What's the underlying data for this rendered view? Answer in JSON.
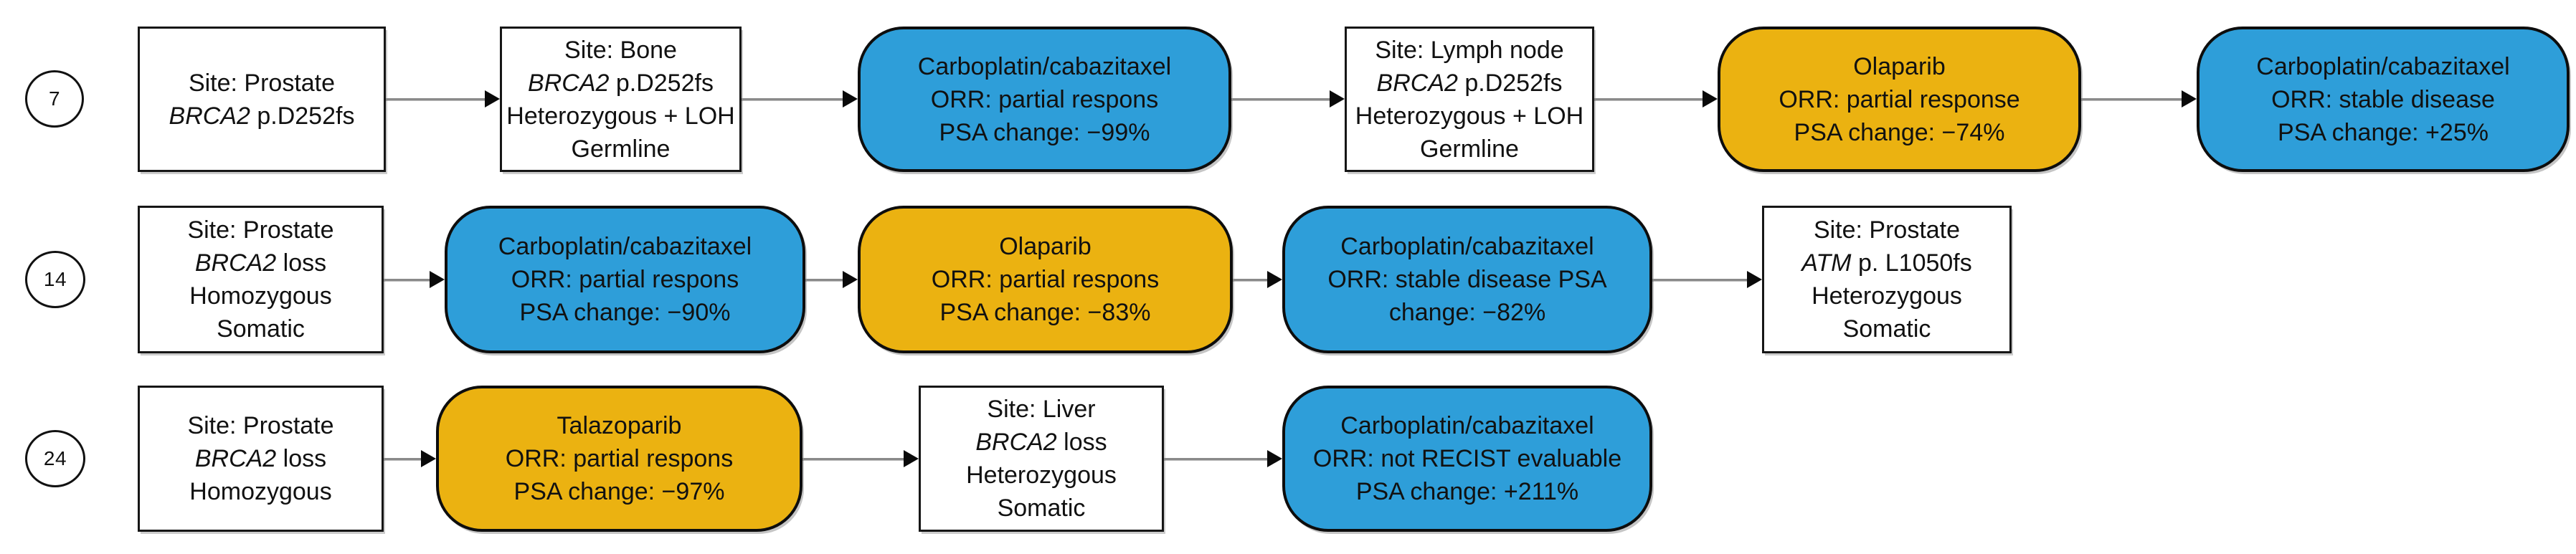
{
  "figure": {
    "description": "Patient treatment timeline flowchart",
    "colors": {
      "chemotherapy_fill": "#2E9ED9",
      "parp_fill": "#EBB211",
      "lesion_fill": "#FFFFFF",
      "border": "#000000",
      "arrow_line": "#8A8A8A",
      "arrow_head": "#0A0A0A",
      "background": "#FFFFFF",
      "text": "#111111"
    },
    "rows": [
      {
        "patient": "7",
        "nodes": [
          {
            "kind": "lesion",
            "shape": "rect",
            "fill": "lesion",
            "lines": [
              [
                {
                  "t": "Site: Prostate"
                }
              ],
              [
                {
                  "t": "BRCA2",
                  "i": true
                },
                {
                  "t": " p.D252fs"
                }
              ]
            ]
          },
          {
            "kind": "lesion",
            "shape": "rect",
            "fill": "lesion",
            "lines": [
              [
                {
                  "t": "Site: Bone"
                }
              ],
              [
                {
                  "t": "BRCA2",
                  "i": true
                },
                {
                  "t": " p.D252fs"
                }
              ],
              [
                {
                  "t": "Heterozygous + LOH"
                }
              ],
              [
                {
                  "t": "Germline"
                }
              ]
            ]
          },
          {
            "kind": "treatment",
            "shape": "pill",
            "fill": "chemotherapy",
            "lines": [
              [
                {
                  "t": "Carboplatin/cabazitaxel"
                }
              ],
              [
                {
                  "t": "ORR: partial respons"
                }
              ],
              [
                {
                  "t": "PSA change: −99%"
                }
              ]
            ]
          },
          {
            "kind": "lesion",
            "shape": "rect",
            "fill": "lesion",
            "lines": [
              [
                {
                  "t": "Site: Lymph node"
                }
              ],
              [
                {
                  "t": "BRCA2",
                  "i": true
                },
                {
                  "t": " p.D252fs"
                }
              ],
              [
                {
                  "t": "Heterozygous + LOH"
                }
              ],
              [
                {
                  "t": "Germline"
                }
              ]
            ]
          },
          {
            "kind": "treatment",
            "shape": "pill",
            "fill": "parp",
            "lines": [
              [
                {
                  "t": "Olaparib"
                }
              ],
              [
                {
                  "t": "ORR: partial response"
                }
              ],
              [
                {
                  "t": "PSA change: −74%"
                }
              ]
            ]
          },
          {
            "kind": "treatment",
            "shape": "pill",
            "fill": "chemotherapy",
            "lines": [
              [
                {
                  "t": "Carboplatin/cabazitaxel"
                }
              ],
              [
                {
                  "t": "ORR: stable disease"
                }
              ],
              [
                {
                  "t": "PSA change: +25%"
                }
              ]
            ]
          }
        ]
      },
      {
        "patient": "14",
        "nodes": [
          {
            "kind": "lesion",
            "shape": "rect",
            "fill": "lesion",
            "lines": [
              [
                {
                  "t": "Site: Prostate"
                }
              ],
              [
                {
                  "t": "BRCA2",
                  "i": true
                },
                {
                  "t": " loss"
                }
              ],
              [
                {
                  "t": "Homozygous"
                }
              ],
              [
                {
                  "t": "Somatic"
                }
              ]
            ]
          },
          {
            "kind": "treatment",
            "shape": "pill",
            "fill": "chemotherapy",
            "lines": [
              [
                {
                  "t": "Carboplatin/cabazitaxel"
                }
              ],
              [
                {
                  "t": "ORR: partial respons"
                }
              ],
              [
                {
                  "t": "PSA change: −90%"
                }
              ]
            ]
          },
          {
            "kind": "treatment",
            "shape": "pill",
            "fill": "parp",
            "lines": [
              [
                {
                  "t": "Olaparib"
                }
              ],
              [
                {
                  "t": "ORR: partial respons"
                }
              ],
              [
                {
                  "t": "PSA change: −83%"
                }
              ]
            ]
          },
          {
            "kind": "treatment",
            "shape": "pill",
            "fill": "chemotherapy",
            "lines": [
              [
                {
                  "t": "Carboplatin/cabazitaxel"
                }
              ],
              [
                {
                  "t": "ORR: stable disease PSA"
                }
              ],
              [
                {
                  "t": "change: −82%"
                }
              ]
            ]
          },
          {
            "kind": "lesion",
            "shape": "rect",
            "fill": "lesion",
            "lines": [
              [
                {
                  "t": "Site: Prostate"
                }
              ],
              [
                {
                  "t": "ATM",
                  "i": true
                },
                {
                  "t": " p. L1050fs"
                }
              ],
              [
                {
                  "t": "Heterozygous"
                }
              ],
              [
                {
                  "t": "Somatic"
                }
              ]
            ]
          }
        ]
      },
      {
        "patient": "24",
        "nodes": [
          {
            "kind": "lesion",
            "shape": "rect",
            "fill": "lesion",
            "lines": [
              [
                {
                  "t": "Site: Prostate"
                }
              ],
              [
                {
                  "t": "BRCA2",
                  "i": true
                },
                {
                  "t": " loss"
                }
              ],
              [
                {
                  "t": "Homozygous"
                }
              ]
            ]
          },
          {
            "kind": "treatment",
            "shape": "pill",
            "fill": "parp",
            "lines": [
              [
                {
                  "t": "Talazoparib"
                }
              ],
              [
                {
                  "t": "ORR: partial respons"
                }
              ],
              [
                {
                  "t": "PSA change: −97%"
                }
              ]
            ]
          },
          {
            "kind": "lesion",
            "shape": "rect",
            "fill": "lesion",
            "lines": [
              [
                {
                  "t": "Site: Liver"
                }
              ],
              [
                {
                  "t": "BRCA2",
                  "i": true
                },
                {
                  "t": " loss"
                }
              ],
              [
                {
                  "t": "Heterozygous"
                }
              ],
              [
                {
                  "t": "Somatic"
                }
              ]
            ]
          },
          {
            "kind": "treatment",
            "shape": "pill",
            "fill": "chemotherapy",
            "lines": [
              [
                {
                  "t": "Carboplatin/cabazitaxel"
                }
              ],
              [
                {
                  "t": "ORR: not RECIST evaluable"
                }
              ],
              [
                {
                  "t": "PSA change: +211%"
                }
              ]
            ]
          }
        ]
      }
    ]
  }
}
